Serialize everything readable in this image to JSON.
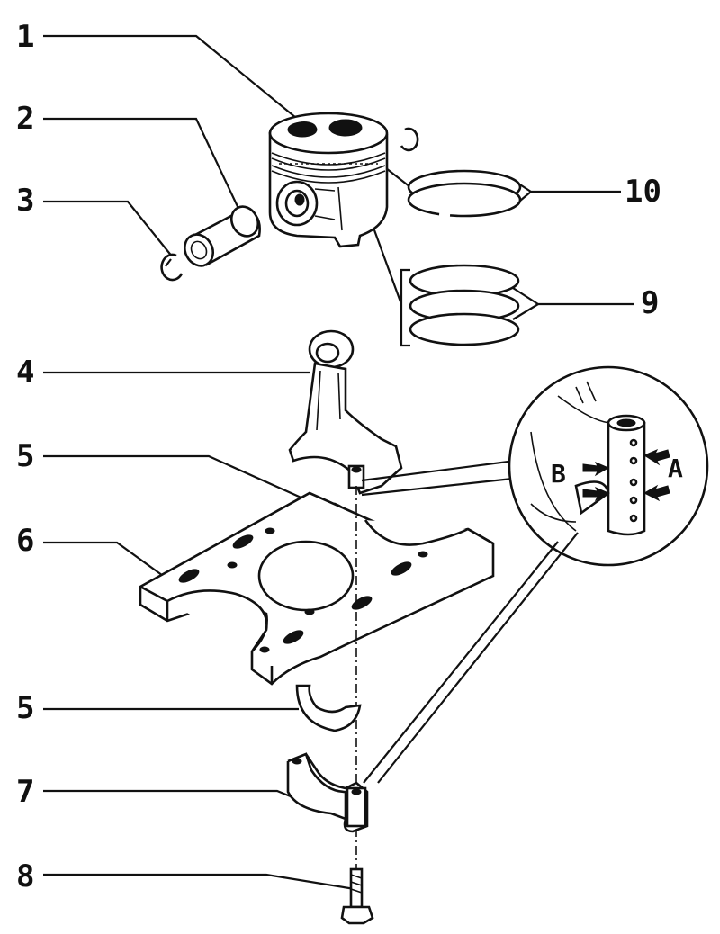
{
  "diagram": {
    "callouts": [
      {
        "id": "1",
        "label": "1"
      },
      {
        "id": "2",
        "label": "2"
      },
      {
        "id": "3",
        "label": "3"
      },
      {
        "id": "4",
        "label": "4"
      },
      {
        "id": "5a",
        "label": "5"
      },
      {
        "id": "6",
        "label": "6"
      },
      {
        "id": "5b",
        "label": "5"
      },
      {
        "id": "7",
        "label": "7"
      },
      {
        "id": "8",
        "label": "8"
      },
      {
        "id": "9",
        "label": "9"
      },
      {
        "id": "10",
        "label": "10"
      }
    ],
    "detail_labels": {
      "a": "A",
      "b": "B"
    }
  }
}
